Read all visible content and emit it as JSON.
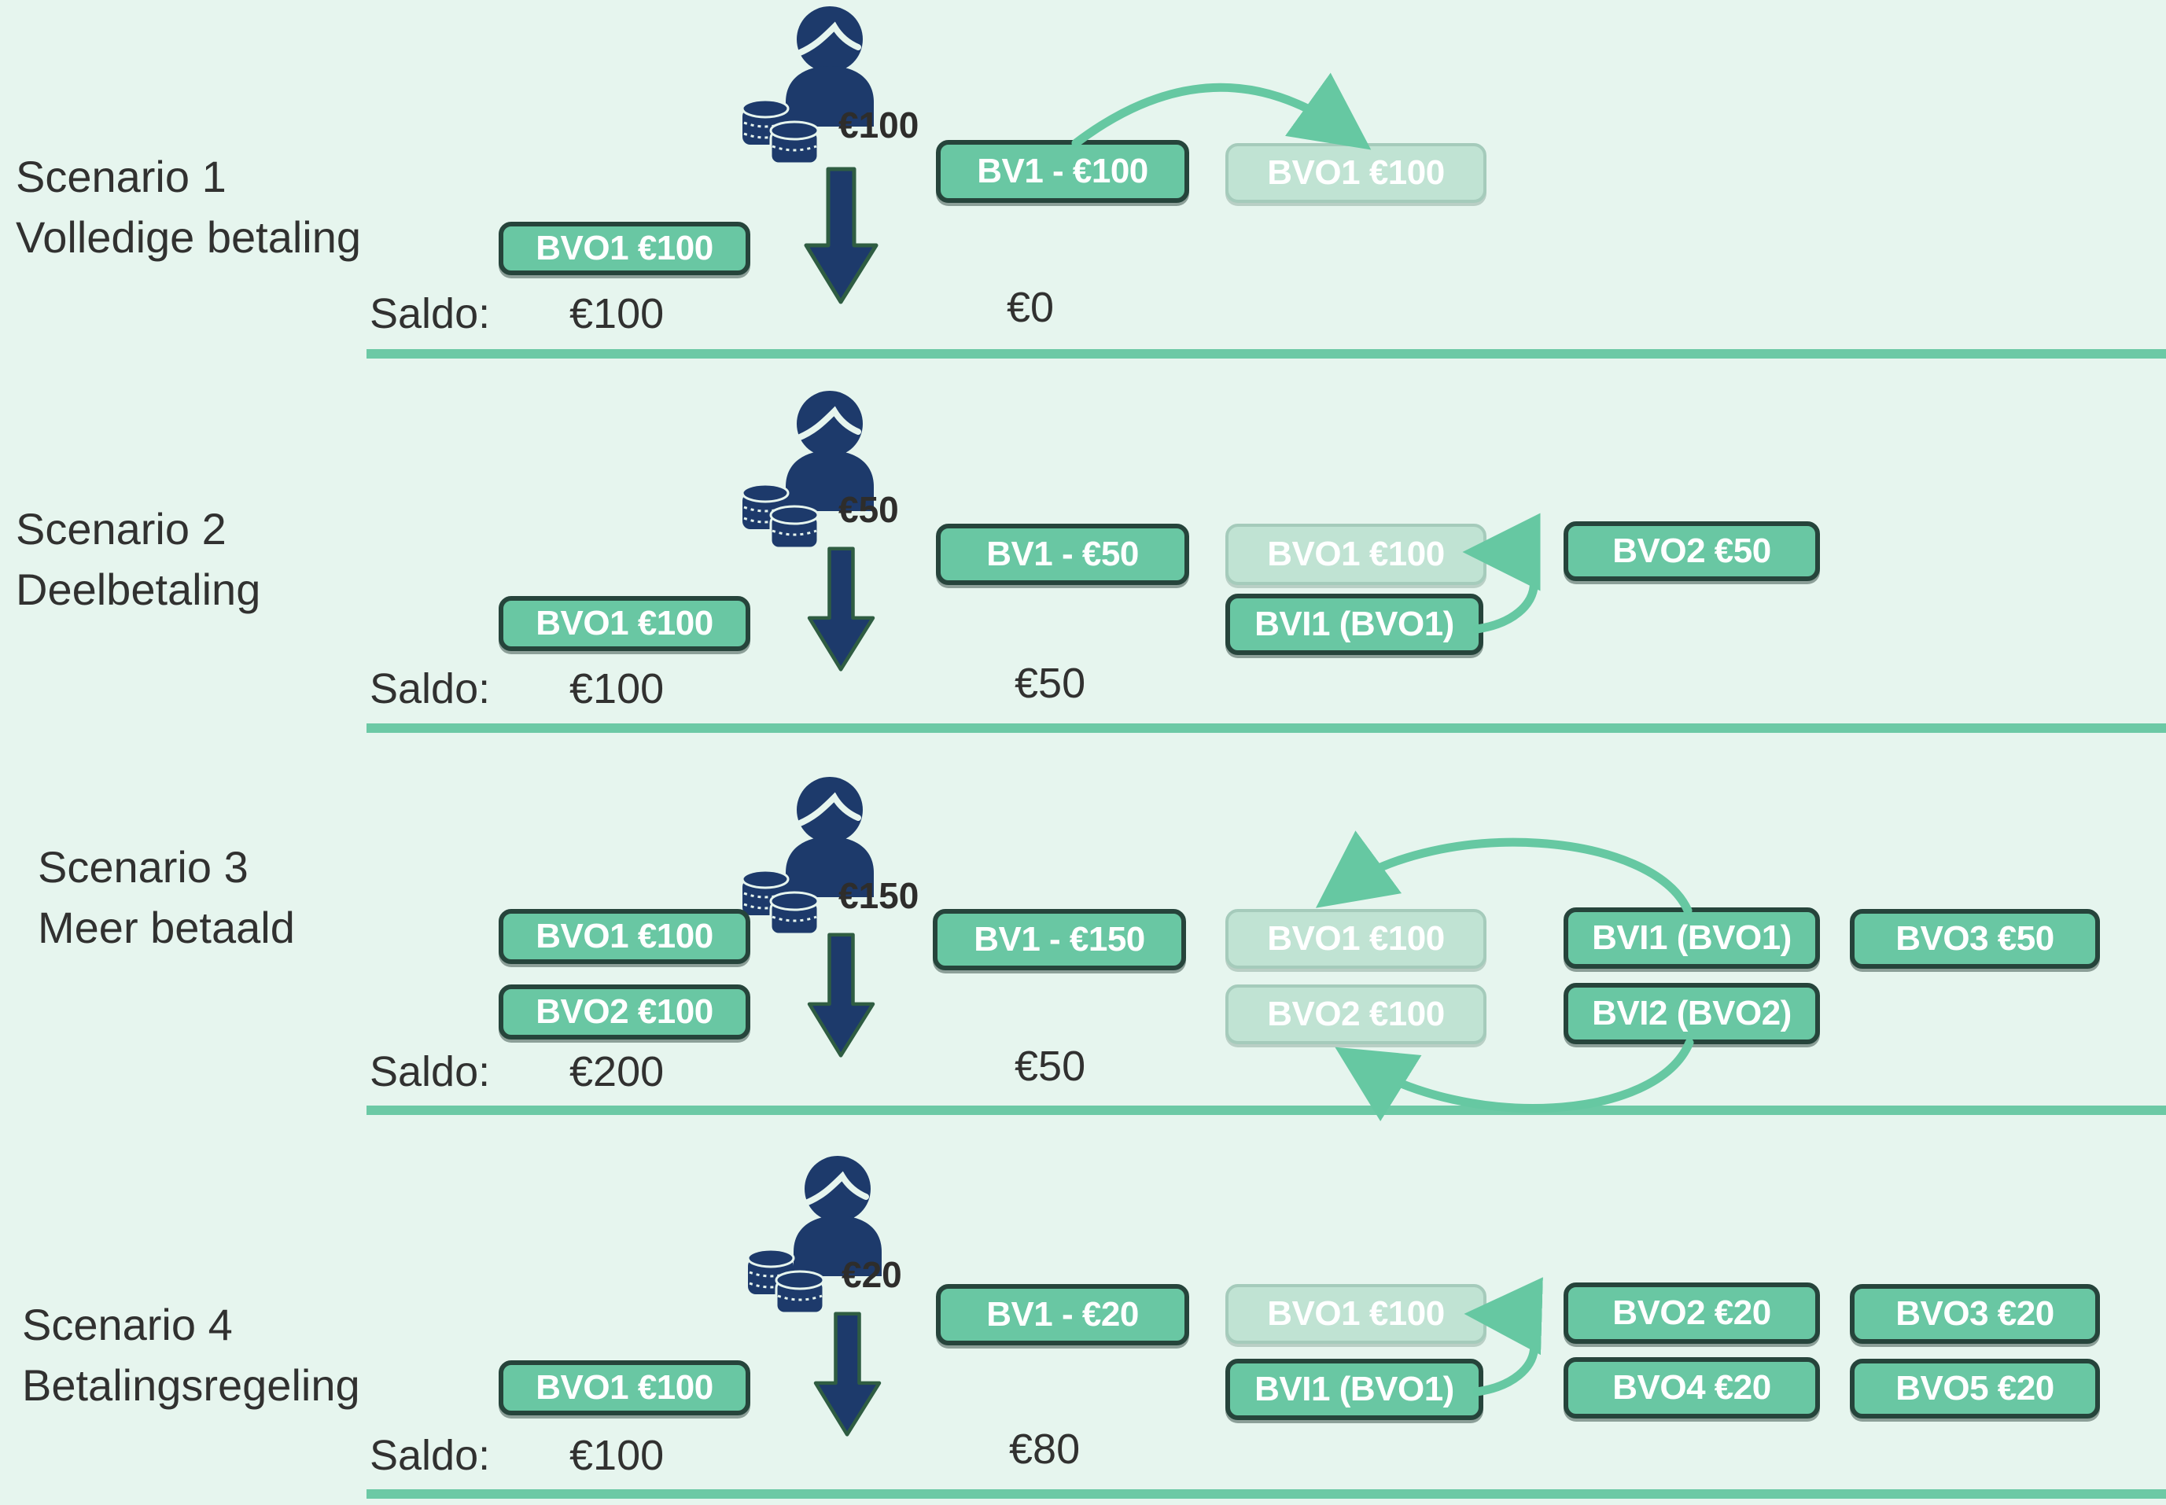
{
  "colors": {
    "background": "#e6f5ee",
    "badge_green": "#69c7a3",
    "badge_border_dark": "#26443b",
    "badge_light_green": "#c0e3d3",
    "badge_light_border": "#a5cbbb",
    "flow_arrow_green": "#66c8a2",
    "divider_green": "#6cc9a5",
    "person_navy": "#1d3a6b",
    "text_dark": "#313130"
  },
  "scenarios": [
    {
      "title": "Scenario 1",
      "subtitle": "Volledige betaling",
      "payment_amount": "€100",
      "badge_left": "BVO1 €100",
      "badge_bv": "BV1 - €100",
      "badge_light": "BVO1 €100",
      "saldo_label": "Saldo:",
      "saldo_left": "€100",
      "saldo_right": "€0"
    },
    {
      "title": "Scenario 2",
      "subtitle": "Deelbetaling",
      "payment_amount": "€50",
      "badge_left": "BVO1 €100",
      "badge_bv": "BV1 - €50",
      "badge_light": "BVO1 €100",
      "badge_bvi": "BVI1 (BVO1)",
      "badge_bvo2": "BVO2 €50",
      "saldo_label": "Saldo:",
      "saldo_left": "€100",
      "saldo_right": "€50"
    },
    {
      "title": "Scenario 3",
      "subtitle": "Meer betaald",
      "payment_amount": "€150",
      "badge_left1": "BVO1 €100",
      "badge_left2": "BVO2 €100",
      "badge_bv": "BV1 - €150",
      "badge_light1": "BVO1 €100",
      "badge_light2": "BVO2 €100",
      "badge_bvi1": "BVI1 (BVO1)",
      "badge_bvi2": "BVI2 (BVO2)",
      "badge_bvo3": "BVO3 €50",
      "saldo_label": "Saldo:",
      "saldo_left": "€200",
      "saldo_right": "€50"
    },
    {
      "title": "Scenario 4",
      "subtitle": "Betalingsregeling",
      "payment_amount": "€20",
      "badge_left": "BVO1 €100",
      "badge_bv": "BV1 - €20",
      "badge_light": "BVO1 €100",
      "badge_bvi": "BVI1 (BVO1)",
      "badge_bvo2": "BVO2 €20",
      "badge_bvo3": "BVO3 €20",
      "badge_bvo4": "BVO4 €20",
      "badge_bvo5": "BVO5 €20",
      "saldo_label": "Saldo:",
      "saldo_left": "€100",
      "saldo_right": "€80"
    }
  ]
}
